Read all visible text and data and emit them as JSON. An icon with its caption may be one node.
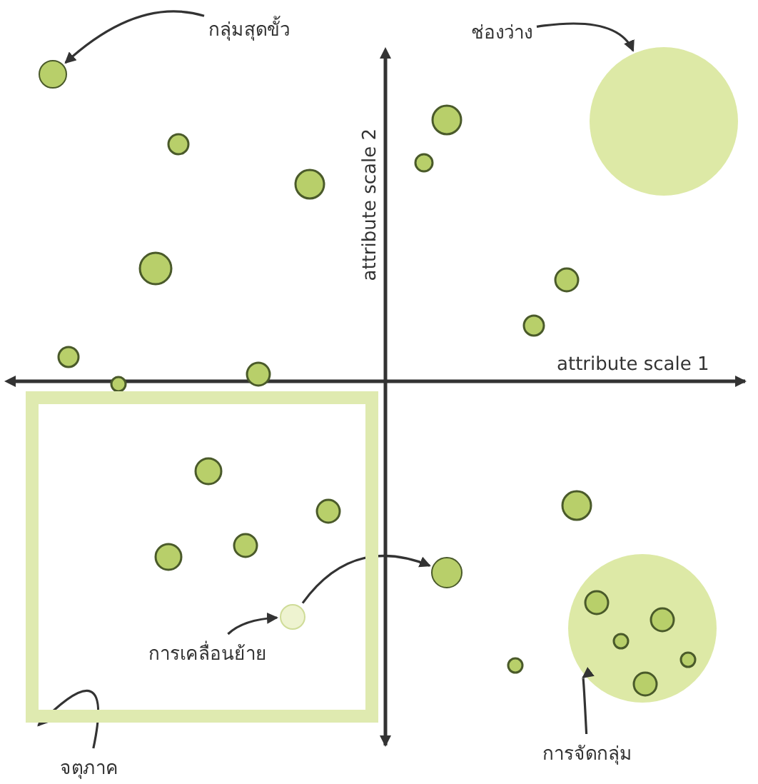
{
  "diagram": {
    "nodes": [
      {
        "text": [
          "กลุ่มสุดขั้ว"
        ]
      },
      {
        "text": [],
        "shape": "circle"
      },
      {
        "text": [
          "ช่องว่าง"
        ]
      },
      {
        "text": [],
        "shape": "circle"
      },
      {
        "text": [
          "การเคลื่อนย้าย"
        ],
        "in": 8
      },
      {
        "text": [],
        "shape": "circle",
        "in": 8
      },
      {
        "text": [],
        "shape": "circle"
      },
      {
        "text": [
          "จตุภาค"
        ]
      },
      {
        "text": [],
        "shape": "box"
      },
      {
        "text": [
          "การจัดกลุ่ม"
        ]
      },
      {
        "text": [],
        "shape": "circle"
      }
    ],
    "edges": [
      {
        "from": 0,
        "to": 1,
        "arrow": "to"
      },
      {
        "from": 2,
        "to": 3,
        "arrow": "to"
      },
      {
        "from": 4,
        "to": 5,
        "arrow": "to"
      },
      {
        "from": 5,
        "to": 6,
        "arrow": "to"
      },
      {
        "from": 7,
        "to": 8,
        "arrow": "to"
      },
      {
        "from": 9,
        "to": 10,
        "arrow": "to"
      }
    ],
    "labels": [
      "attribute scale 2",
      "attribute scale 1"
    ]
  }
}
